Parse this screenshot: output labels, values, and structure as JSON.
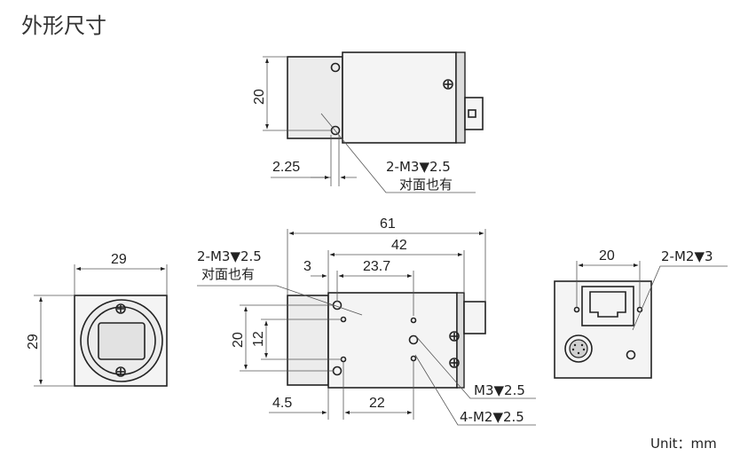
{
  "title": "外形尺寸",
  "unit_label": "Unit：mm",
  "top_view": {
    "dim_height": "20",
    "dim_offset": "2.25",
    "note_thread": "2-M3▼2.5",
    "note_both": "对面也有"
  },
  "front_view": {
    "dim_width": "29",
    "dim_height": "29"
  },
  "side_view": {
    "dim_total": "61",
    "dim_body": "42",
    "dim_3": "3",
    "dim_23_7": "23.7",
    "dim_20": "20",
    "dim_12": "12",
    "dim_4_5": "4.5",
    "dim_22": "22",
    "note_thread_top": "2-M3▼2.5",
    "note_both": "对面也有",
    "note_m3": "M3▼2.5",
    "note_m2": "4-M2▼2.5"
  },
  "rear_view": {
    "dim_20": "20",
    "note_thread": "2-M2▼3"
  }
}
